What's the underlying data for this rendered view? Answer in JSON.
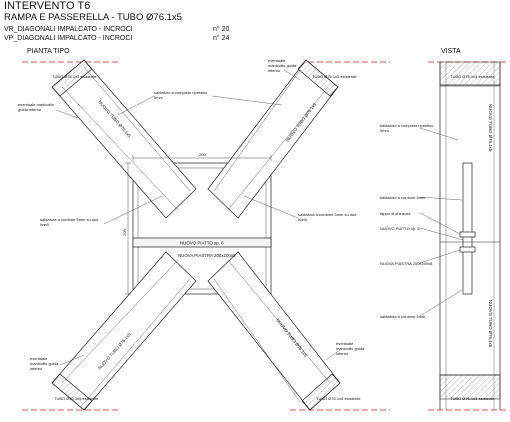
{
  "header": {
    "title": "INTERVENTO T6",
    "subtitle": "RAMPA E PASSERELLA - TUBO Ø76.1x5",
    "line1": "VR_DIAGONALI IMPALCATO - INCROCI",
    "line1_count": "n° 20",
    "line2": "VP_DIAGONALI IMPALCATO - INCROCI",
    "line2_count": "n° 24"
  },
  "plan": {
    "title": "PIANTA  TIPO",
    "tube_existing": "TUBO Ø76.1x5 esistente",
    "new_tube": "NUOVO TUBO Ø76.1x5",
    "sleeve": "eventuale manicotto guida interno",
    "weld_full": "saldatura a completo ripristino 5mm",
    "weld_bead": "saldatura a cordone 5mm su due livelli",
    "plate": "NUOVO PIATTO sp. 8",
    "base_plate": "NUOVA PIASTRA 200x200x8",
    "dim_width": "200",
    "dim_height": "200"
  },
  "view": {
    "title": "VISTA",
    "tube_existing": "TUBO Ø76.1x5 esistente",
    "new_tube": "NUOVO TUBO Ø76.1x5",
    "weld_full": "saldatura a completo ripristino 5mm",
    "weld_bead": "saldatura a cordone 5mm",
    "cap": "tappo di chiusura",
    "plate": "NUOVO PIATTO sp. 8",
    "base_plate": "NUOVA PIASTRA 200x200x8"
  },
  "colors": {
    "line": "#222222",
    "cut_line": "#d42020",
    "hatch": "#888888"
  }
}
